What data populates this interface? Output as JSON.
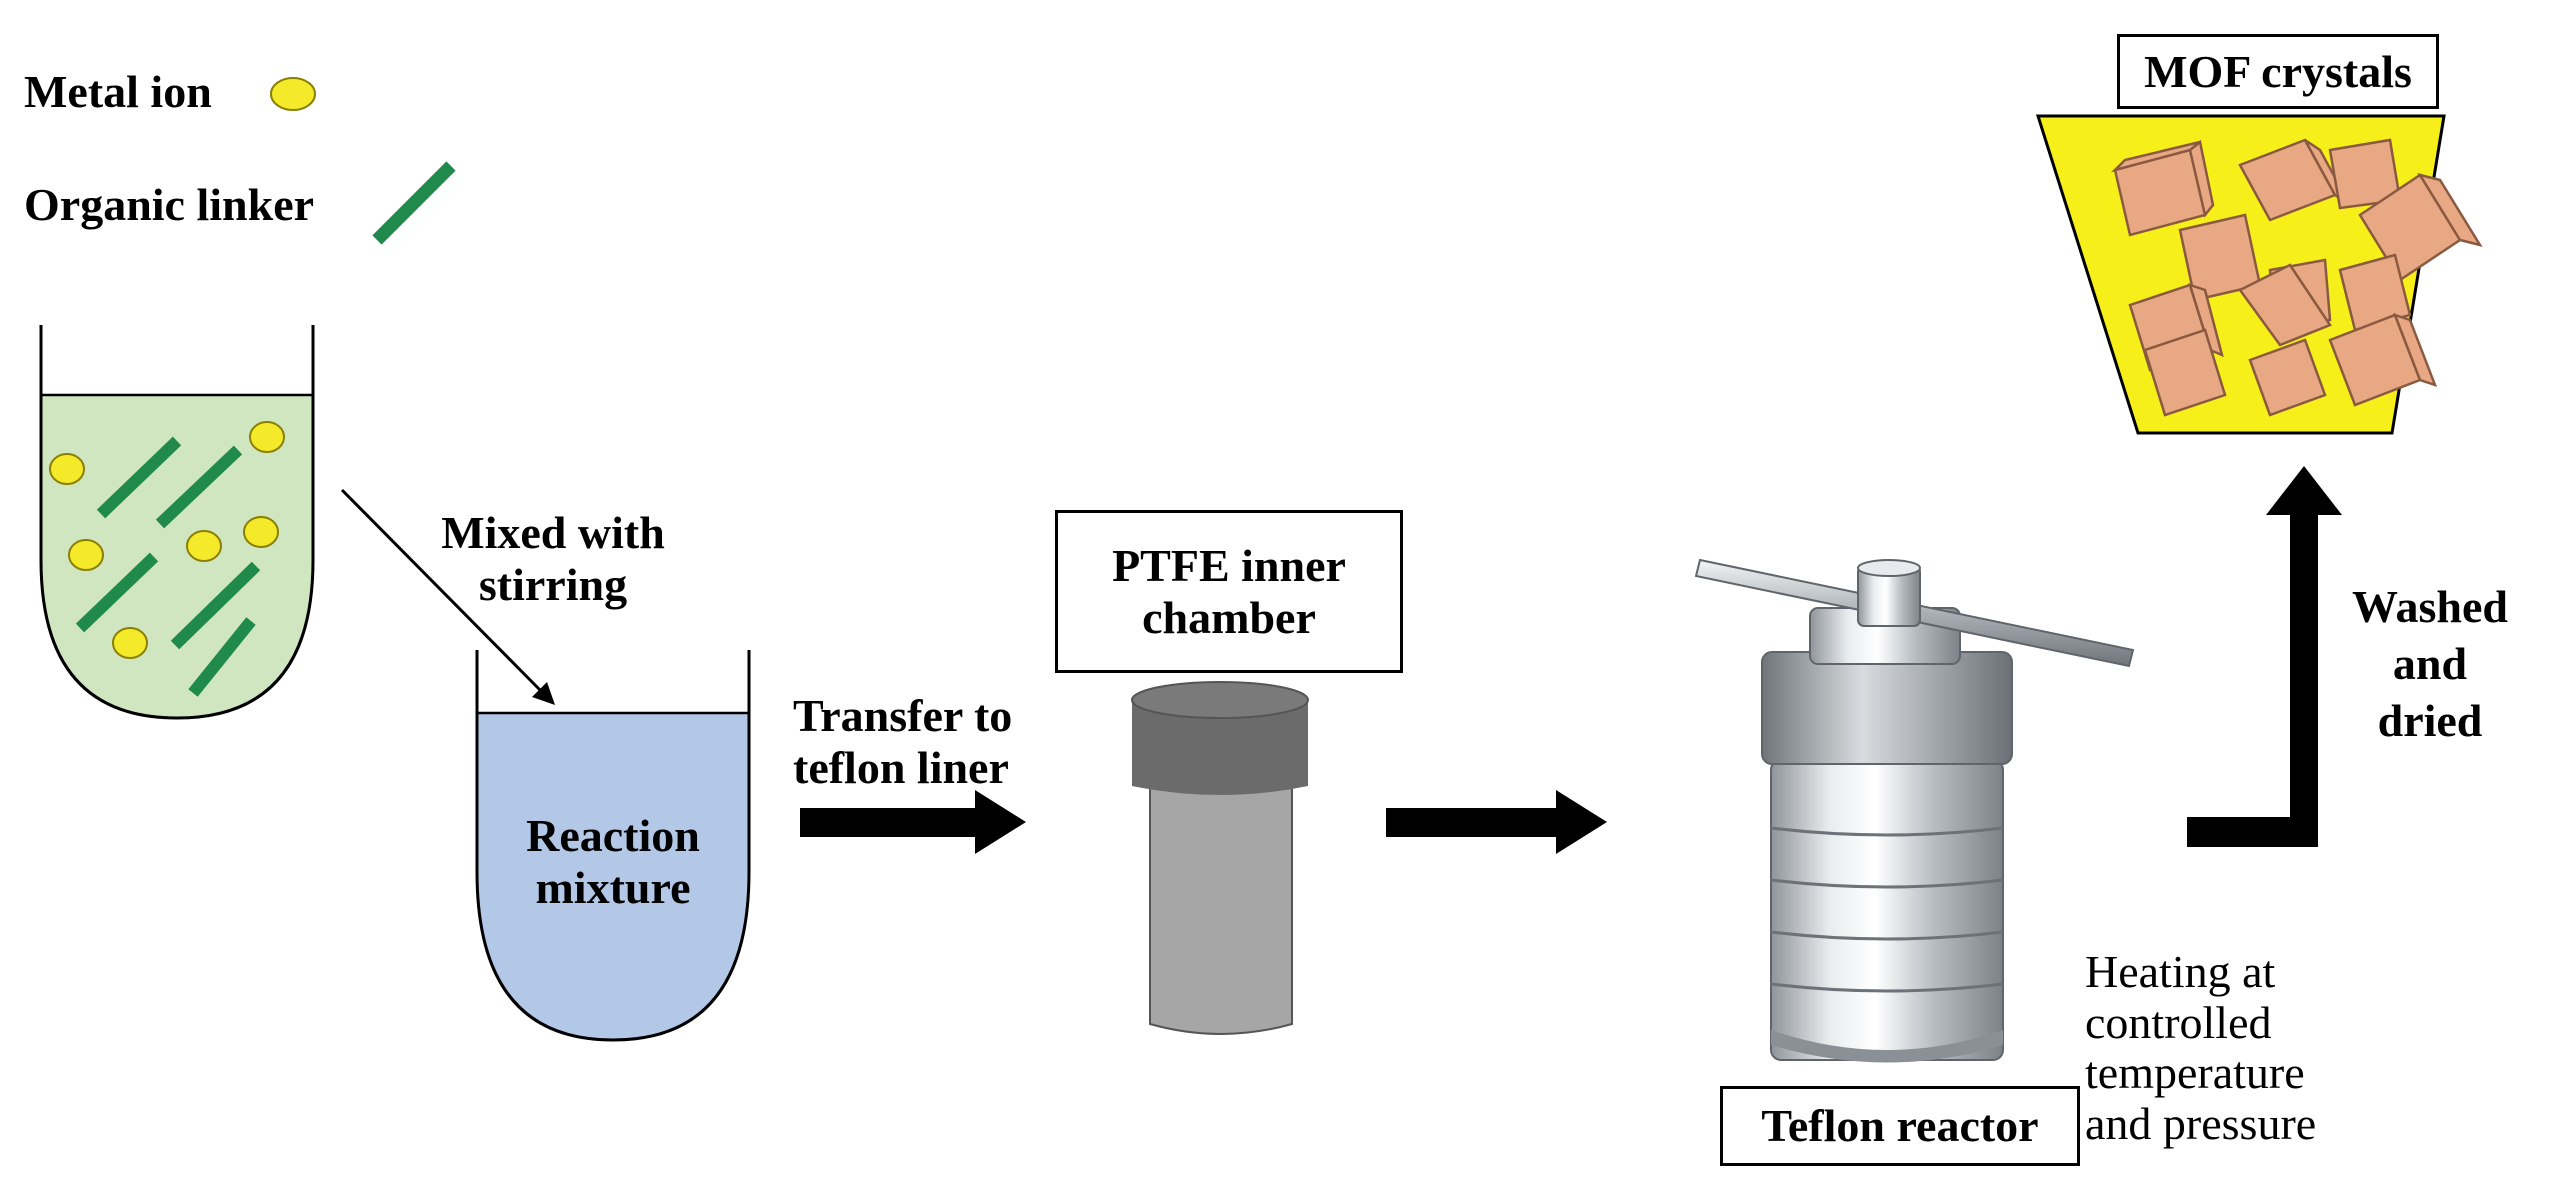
{
  "legend": {
    "metal_ion": "Metal ion",
    "organic_linker": "Organic linker"
  },
  "steps": {
    "mixed_line1": "Mixed with",
    "mixed_line2": "stirring",
    "reaction_line1": "Reaction",
    "reaction_line2": "mixture",
    "transfer_line1": "Transfer to",
    "transfer_line2": "teflon liner",
    "ptfe_line1": "PTFE inner",
    "ptfe_line2": "chamber",
    "reactor_label": "Teflon reactor",
    "heating_line1": "Heating at",
    "heating_line2": "controlled",
    "heating_line3": "temperature",
    "heating_line4": "and pressure",
    "washed_line1": "Washed",
    "washed_line2": "and",
    "washed_line3": "dried",
    "mof_label": "MOF crystals"
  },
  "colors": {
    "metal_ion": "#f4ea2a",
    "organic_linker": "#1f8a4c",
    "solution": "#cfe6c0",
    "reaction_mixture": "#b3c7e6",
    "ptfe_cap": "#6b6b6b",
    "ptfe_body": "#a6a6a6",
    "mof_tray": "#f7ef1a",
    "mof_cube": "#e8a884"
  },
  "icons": [
    "arrow-right-icon",
    "arrow-up-icon",
    "teflon-reactor-icon",
    "beaker-icon"
  ]
}
